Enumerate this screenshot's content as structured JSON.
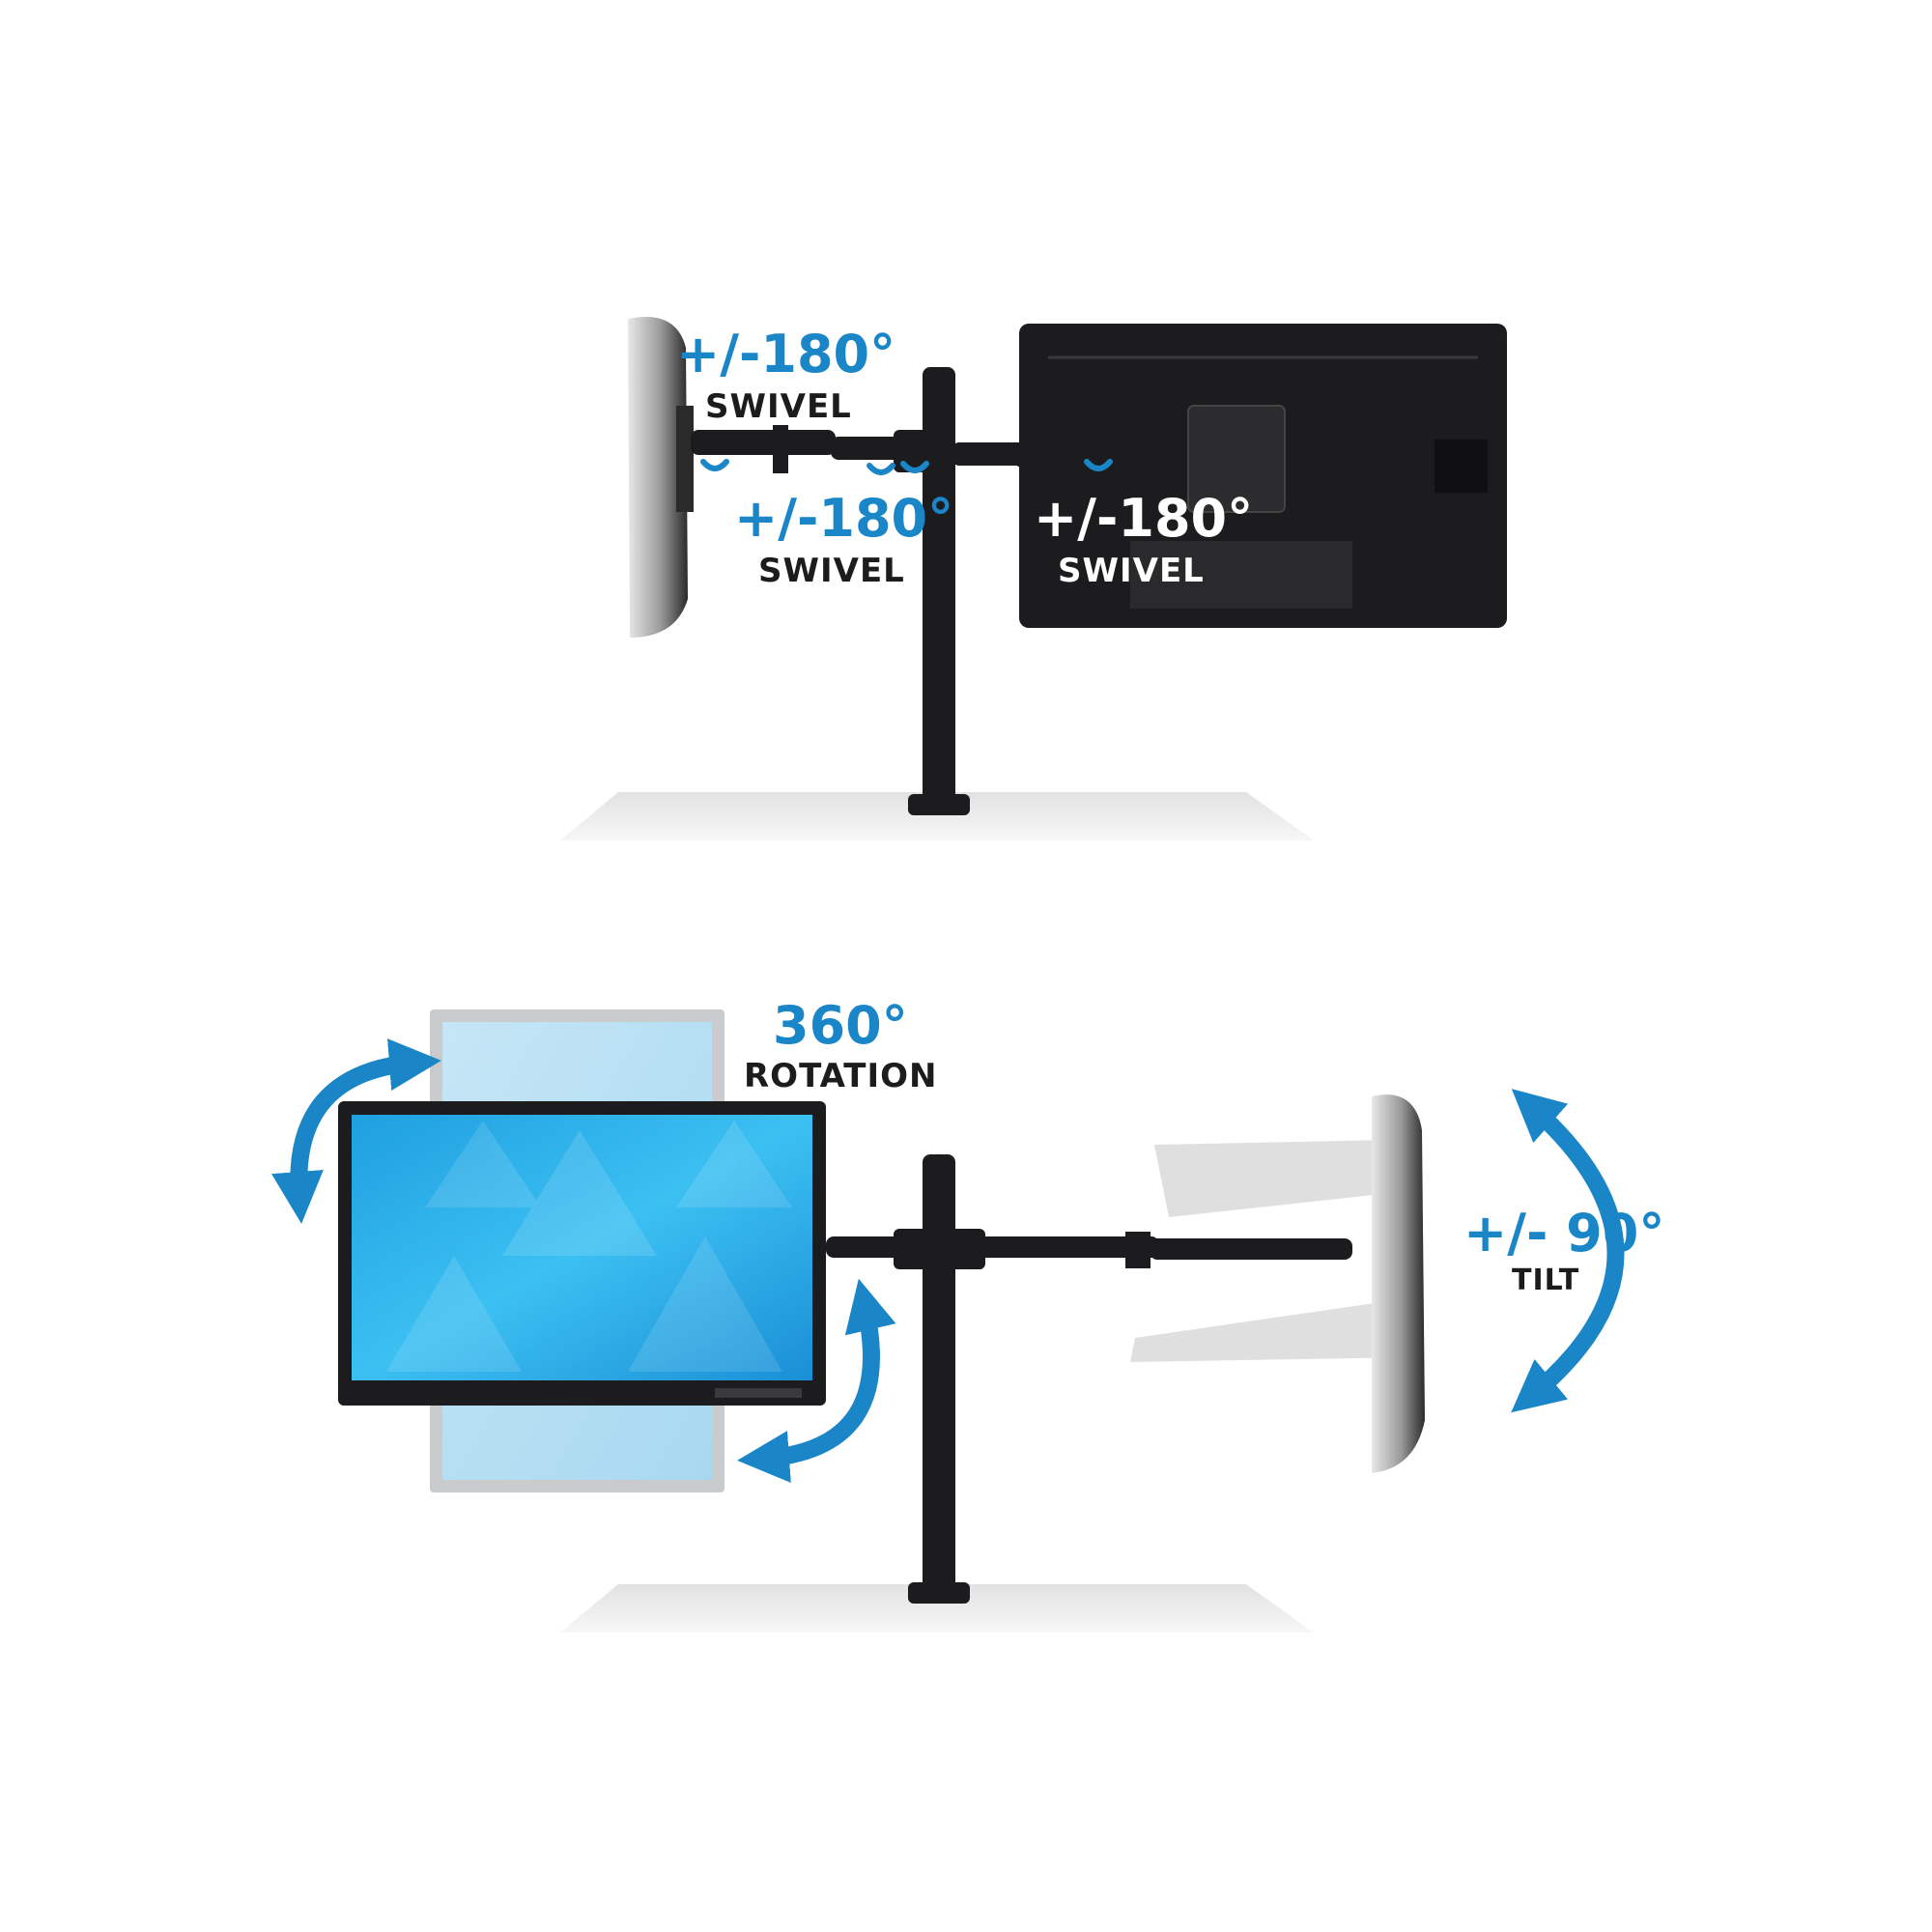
{
  "colors": {
    "accent": "#1a86c8",
    "hardware": "#1c1c1e",
    "text_dark": "#1c1c1e",
    "text_white": "#ffffff",
    "screen_blue": "#2fb2ec",
    "ghost_gray": "#cfd2d4",
    "desk": "#e9e9ea"
  },
  "top_panel": {
    "left_arm_swivel": {
      "value": "+/-180°",
      "label": "SWIVEL"
    },
    "center_swivel": {
      "value": "+/-180°",
      "label": "SWIVEL"
    },
    "monitor_swivel": {
      "value": "+/-180°",
      "label": "SWIVEL"
    }
  },
  "bottom_panel": {
    "rotation": {
      "value": "360°",
      "label": "ROTATION"
    },
    "tilt": {
      "value": "+/- 90°",
      "label": "TILT"
    }
  },
  "icons": [
    "rotate-arrow-icon",
    "tilt-arrow-icon",
    "swivel-arrow-icon"
  ]
}
